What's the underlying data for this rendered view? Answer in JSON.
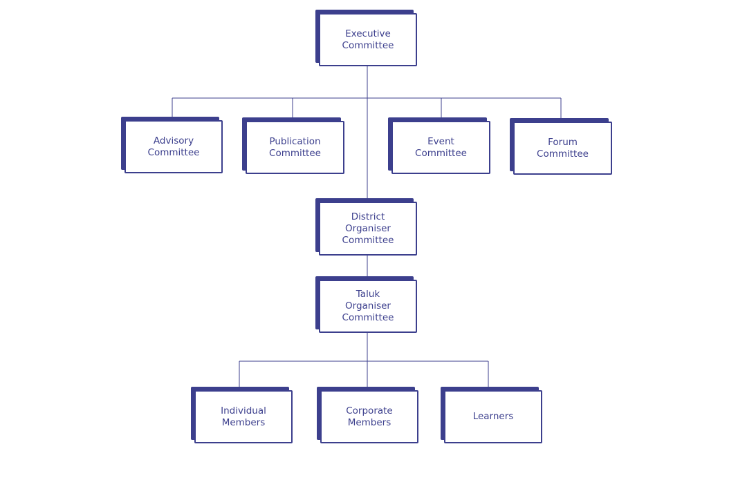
{
  "nodes": {
    "executive": "Executive\nCommittee",
    "advisory": "Advisory\nCommittee",
    "publication": "Publication\nCommittee",
    "event": "Event\nCommittee",
    "forum": "Forum\nCommittee",
    "district": "District\nOrganiser\nCommittee",
    "taluk": "Taluk\nOrganiser\nCommittee",
    "individual": "Individual\nMembers",
    "corporate": "Corporate\nMembers",
    "learners": "Learners"
  },
  "colors": {
    "accent": "#3c3f8d",
    "box_fill": "#ffffff",
    "background": "#ffffff"
  }
}
